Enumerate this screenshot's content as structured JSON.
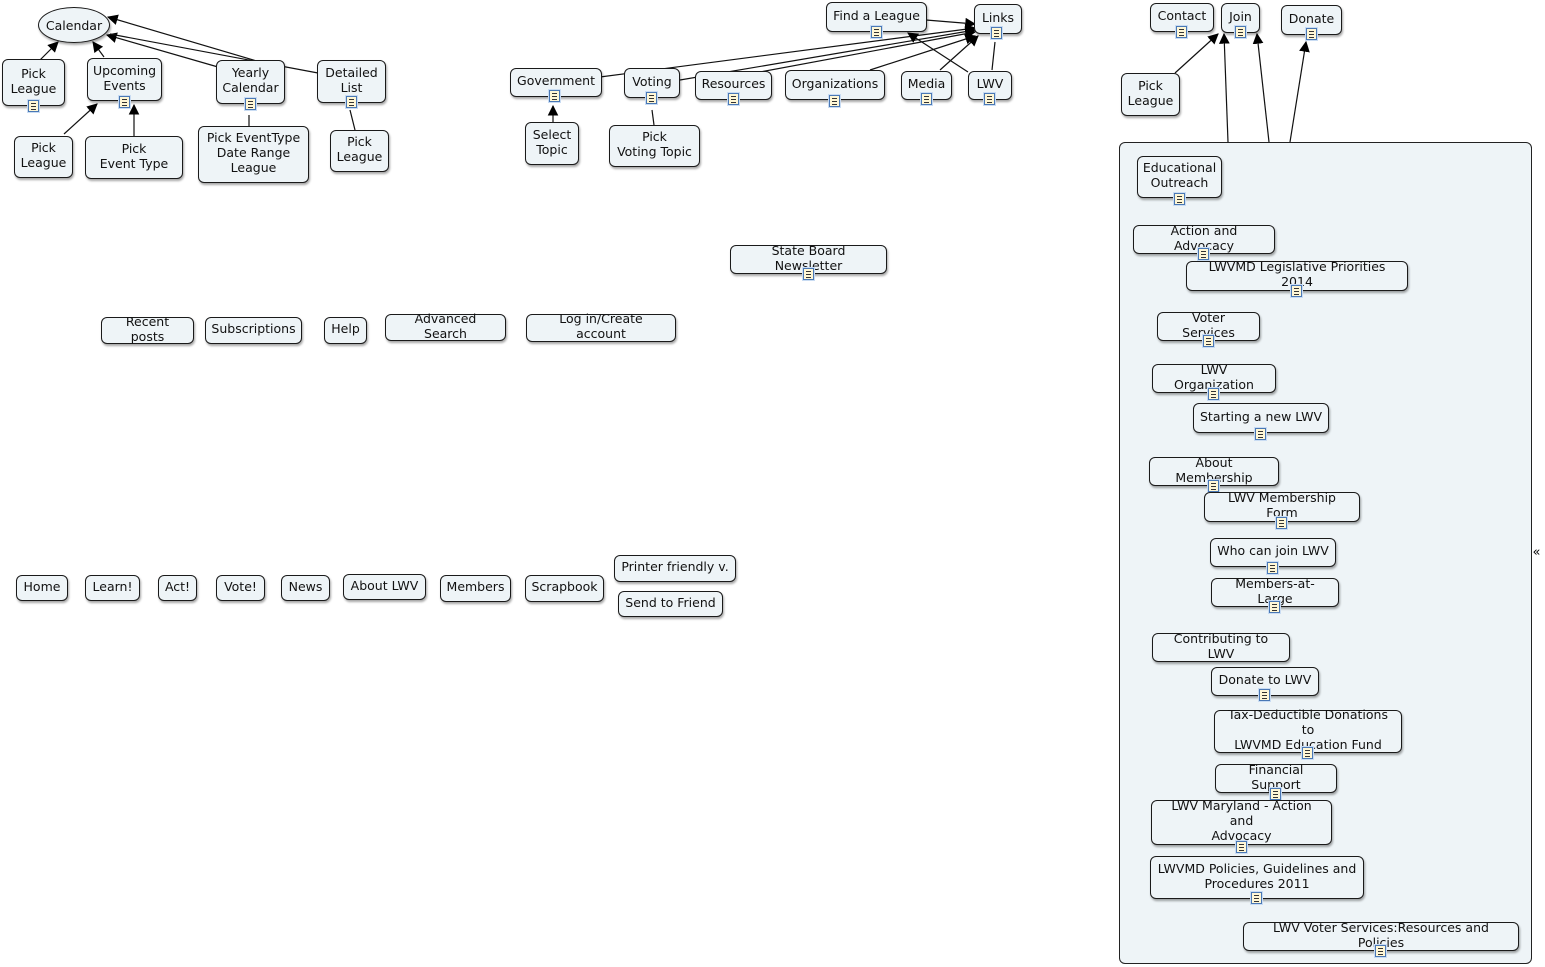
{
  "colors": {
    "node_fill": "#eef4f7",
    "border": "#1a1a1a",
    "line": "#111111",
    "doc_icon_border": "#4a78b5"
  },
  "calendar": {
    "root": "Calendar",
    "pick_league_1": "Pick\nLeague",
    "upcoming_events": "Upcoming\nEvents",
    "yearly_calendar": "Yearly\nCalendar",
    "detailed_list": "Detailed\nList",
    "pick_league_2": "Pick\nLeague",
    "pick_event_type": "Pick\nEvent Type",
    "pick_eventtype_date": "Pick EventType\nDate Range\nLeague",
    "pick_league_3": "Pick\nLeague"
  },
  "links_map": {
    "find_a_league": "Find a League",
    "links": "Links",
    "government": "Government",
    "voting": "Voting",
    "resources": "Resources",
    "organizations": "Organizations",
    "media": "Media",
    "lwv": "LWV",
    "select_topic": "Select\nTopic",
    "pick_voting_topic": "Pick\nVoting Topic"
  },
  "newsletter": "State Board Newsletter",
  "utility_nav": [
    "Recent posts",
    "Subscriptions",
    "Help",
    "Advanced Search",
    "Log in/Create account"
  ],
  "main_nav": [
    "Home",
    "Learn!",
    "Act!",
    "Vote!",
    "News",
    "About LWV",
    "Members",
    "Scrapbook"
  ],
  "page_actions": {
    "printer": "Printer friendly v.",
    "send": "Send to Friend"
  },
  "top_right": {
    "contact": "Contact",
    "join": "Join",
    "donate": "Donate",
    "pick_league": "Pick\nLeague"
  },
  "panel_items": [
    "Educational\nOutreach",
    "Action and Advocacy",
    "LWVMD Legislative Priorities 2014",
    "Voter Services",
    "LWV Organization",
    "Starting a new LWV",
    "About Membership",
    "LWV Membership Form",
    "Who can join LWV",
    "Members-at-Large",
    "Contributing to LWV",
    "Donate to LWV",
    "Tax-Deductible Donations to\nLWVMD Education Fund",
    "Financial Support",
    "LWV Maryland - Action and\nAdvocacy",
    "LWVMD Policies, Guidelines and\nProcedures 2011",
    "LWV Voter Services:Resources and Policies"
  ],
  "collapse_glyph": "«"
}
